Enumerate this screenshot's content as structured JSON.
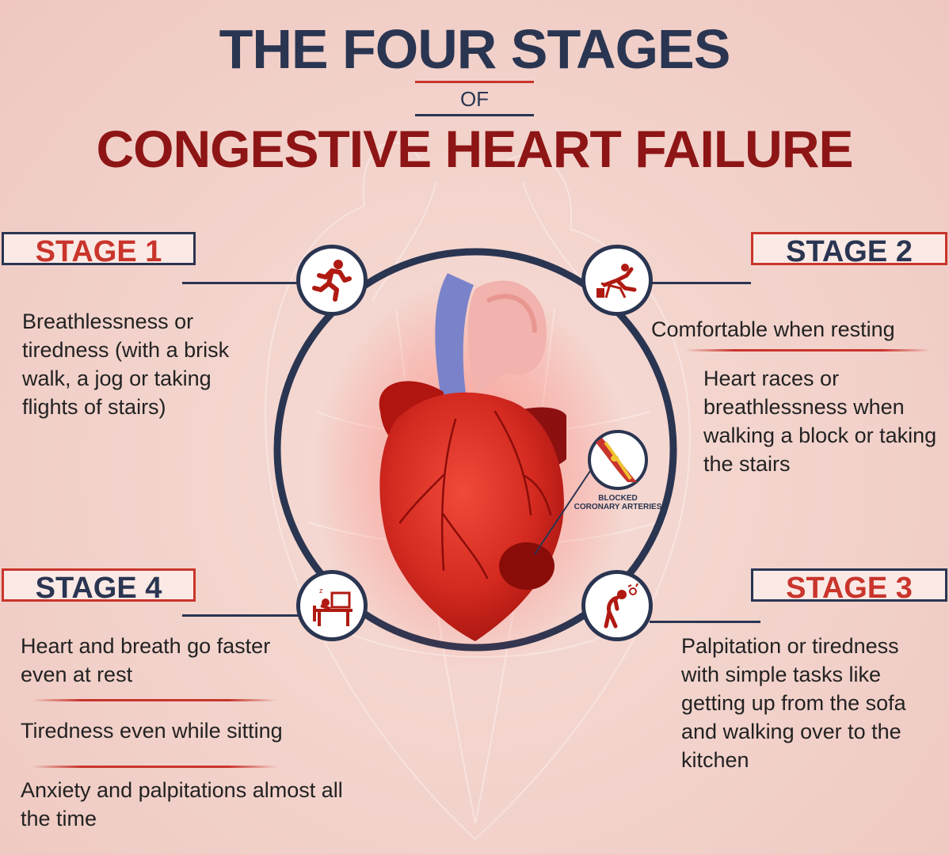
{
  "title": {
    "line1": "THE FOUR STAGES",
    "line2": "OF",
    "line3": "CONGESTIVE HEART FAILURE"
  },
  "stages": {
    "stage1": {
      "label": "STAGE 1",
      "icon": "running-person-icon",
      "text": "Breathlessness or tiredness (with a brisk walk, a jog or taking flights of stairs)"
    },
    "stage2": {
      "label": "STAGE 2",
      "icon": "reclining-person-icon",
      "line1": "Comfortable when resting",
      "line2": "Heart races or breathlessness when walking a block or taking the stairs"
    },
    "stage3": {
      "label": "STAGE 3",
      "icon": "exhausted-person-icon",
      "text": "Palpitation or tiredness with simple tasks like getting up from the sofa and walking over to the kitchen"
    },
    "stage4": {
      "label": "STAGE 4",
      "icon": "tired-at-desk-icon",
      "item1": "Heart and breath go faster even at rest",
      "item2": "Tiredness even while sitting",
      "item3": "Anxiety and palpitations almost all the time"
    }
  },
  "artery": {
    "icon": "blocked-artery-icon",
    "label_line1": "BLOCKED",
    "label_line2": "CORONARY ARTERIES"
  },
  "colors": {
    "navy": "#2a3551",
    "red": "#c9352c",
    "dark_red": "#8e1515",
    "background": "#f2d2cb"
  }
}
